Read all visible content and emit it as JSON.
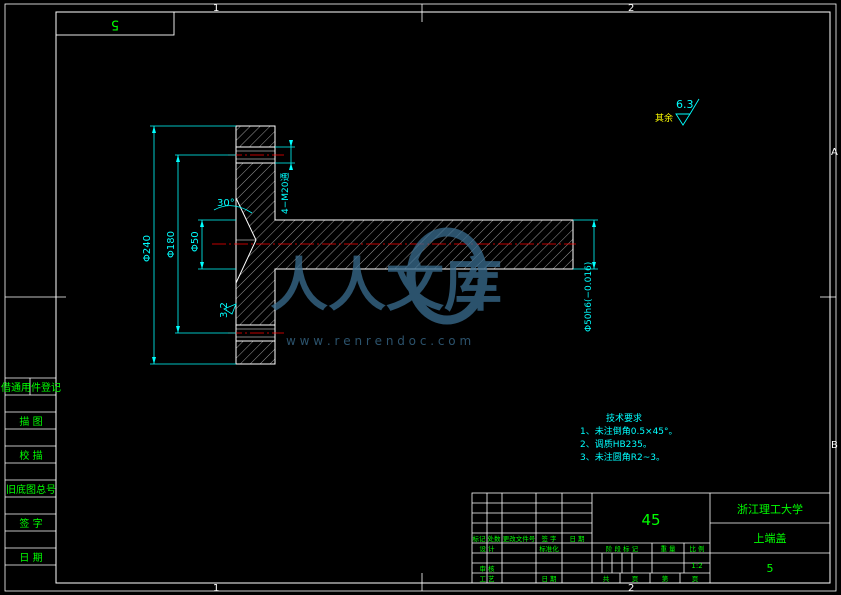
{
  "colors": {
    "background": "#000000",
    "frame": "#ffffff",
    "dimension": "#00ffff",
    "text_green": "#00ff00",
    "text_yellow": "#ffff00",
    "centerline": "#ff0000",
    "watermark": "#3a6e90"
  },
  "zones": {
    "top_1": "1",
    "top_2": "2",
    "bottom_1": "1",
    "bottom_2": "2",
    "right_a": "A",
    "right_b": "B"
  },
  "drawing_number_box": "5",
  "surface_finish": {
    "label": "其余",
    "value": "6.3"
  },
  "dimensions": {
    "d240": "Φ240",
    "d180": "Φ180",
    "d50": "Φ50",
    "holes": "4−M20通",
    "angle": "30°",
    "roughness_local": "3.2",
    "shaft_fit": "Φ50h6(−0.016)"
  },
  "technical_requirements": {
    "title": "技术要求",
    "items": [
      "1、未注倒角0.5×45°。",
      "2、调质HB235。",
      "3、未注圆角R2~3。"
    ]
  },
  "left_strip": [
    "借通用件登记",
    "描 图",
    "校 描",
    "旧底图总号",
    "签 字",
    "日 期"
  ],
  "title_block": {
    "material": "45",
    "school": "浙江理工大学",
    "part_name": "上端盖",
    "drawing_no": "5",
    "scale": "1:2",
    "change_headers": [
      "标记",
      "处数",
      "更改文件号",
      "签 字",
      "日 期"
    ],
    "role_labels": [
      "设 计",
      "审 核",
      "工 艺"
    ],
    "standardize": "标准化",
    "date_label": "日 期",
    "stage_headers": [
      "阶 段 标 记",
      "重 量",
      "比 例"
    ],
    "sheet_labels": [
      "共",
      "页",
      "第",
      "页"
    ]
  },
  "watermark": {
    "text": "人人文库",
    "url": "w w w . r e n r e n d o c . c o m"
  }
}
